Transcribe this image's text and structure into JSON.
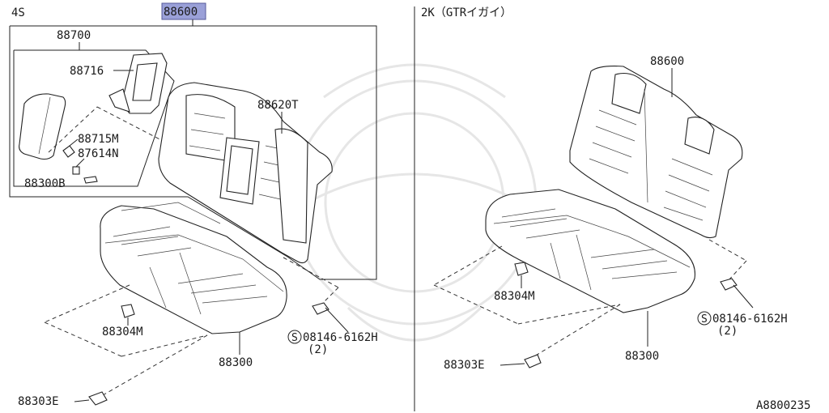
{
  "sections": {
    "left_title": "4S",
    "right_title": "2K（GTRイガイ）"
  },
  "callouts": {
    "left": {
      "seat_back_assy": "88600",
      "armrest_assy": "88700",
      "armrest_frame": "88716",
      "seat_back": "88620T",
      "armrest_bracket": "88715M",
      "armrest_nut": "87614N",
      "armrest_bolt": "88300B",
      "cushion_hook": "88304M",
      "cushion": "88300",
      "bolt_spec": "08146-6162H",
      "bolt_qty": "(2)",
      "cushion_bolt": "88303E"
    },
    "right": {
      "seat_back_assy": "88600",
      "cushion_hook": "88304M",
      "bolt_spec": "08146-6162H",
      "bolt_qty": "(2)",
      "cushion_bolt": "88303E",
      "cushion": "88300"
    }
  },
  "symbols": {
    "service_mark": "S"
  },
  "diagram_code": "A8800235",
  "colors": {
    "highlight": "#9aa0d8",
    "line": "#222222"
  }
}
